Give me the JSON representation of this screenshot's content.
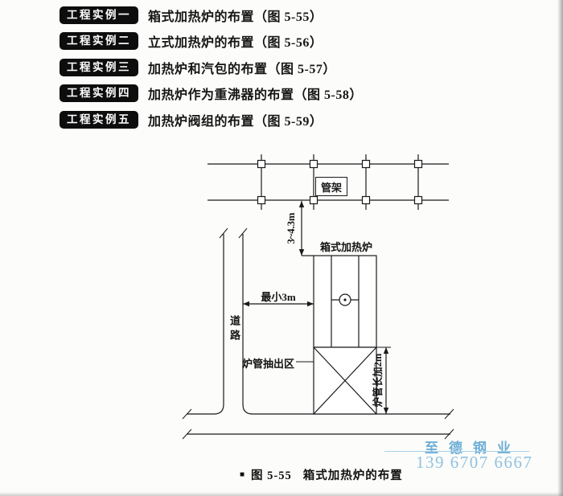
{
  "examples": [
    {
      "badge": "工程实例一",
      "text": "箱式加热炉的布置（图 5-55）"
    },
    {
      "badge": "工程实例二",
      "text": "立式加热炉的布置（图 5-56）"
    },
    {
      "badge": "工程实例三",
      "text": "加热炉和汽包的布置（图 5-57）"
    },
    {
      "badge": "工程实例四",
      "text": "加热炉作为重沸器的布置（图 5-58）"
    },
    {
      "badge": "工程实例五",
      "text": "加热炉阀组的布置（图 5-59）"
    }
  ],
  "diagram": {
    "labels": {
      "pipe_rack": "管架",
      "box_heater": "箱式加热炉",
      "road": "道路",
      "tube_pullout_area": "炉管抽出区"
    },
    "dimensions": {
      "rack_to_heater": "3~4.3m",
      "min_clearance": "最小3m",
      "tube_length_plus": "炉管长加2m"
    }
  },
  "caption": {
    "marker": "■",
    "figure": "图 5-55",
    "title": "箱式加热炉的布置"
  },
  "watermark": {
    "company": "至德钢业",
    "phone": "139 6707 6667"
  }
}
